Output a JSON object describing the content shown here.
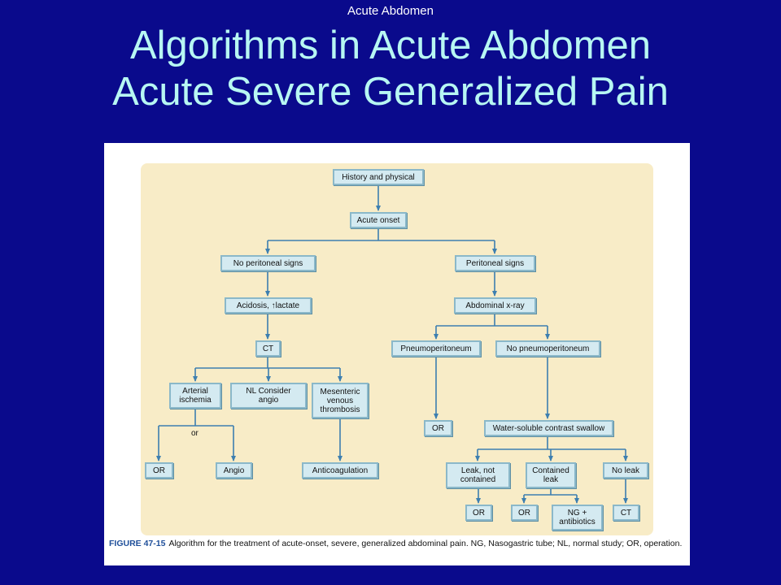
{
  "header": {
    "small_title": "Acute Abdomen"
  },
  "slide": {
    "title_line1": "Algorithms in Acute Abdomen",
    "title_line2": "Acute Severe Generalized Pain"
  },
  "flowchart": {
    "nodes": {
      "history": "History and physical",
      "acute_onset": "Acute onset",
      "no_peritoneal": "No peritoneal signs",
      "peritoneal": "Peritoneal signs",
      "acidosis": "Acidosis, ↑lactate",
      "abdominal_xray": "Abdominal x-ray",
      "ct_1": "CT",
      "pneumoperitoneum": "Pneumoperitoneum",
      "no_pneumoperitoneum": "No pneumoperitoneum",
      "arterial": "Arterial ischemia",
      "nl_angio": "NL Consider angio",
      "mesenteric": "Mesenteric venous thrombosis",
      "or_pneumo": "OR",
      "water_soluble": "Water-soluble contrast swallow",
      "or_arterial": "OR",
      "angio": "Angio",
      "anticoag": "Anticoagulation",
      "leak_not_contained": "Leak, not contained",
      "contained_leak": "Contained leak",
      "no_leak": "No leak",
      "or_leak": "OR",
      "or_contained": "OR",
      "ng_antibiotics": "NG + antibiotics",
      "ct_2": "CT"
    },
    "or_connector": "or"
  },
  "caption": {
    "figure_label": "FIGURE 47-15",
    "text": "Algorithm for the treatment of acute-onset, severe, generalized abdominal pain. NG, Nasogastric tube; NL, normal study; OR, operation."
  },
  "colors": {
    "background": "#0a0a8c",
    "title": "#b7f7f3",
    "panel": "#f8ecc7",
    "node_fill": "#d4eaf1",
    "node_border": "#8bb8c9",
    "arrow": "#3d7fb0"
  }
}
